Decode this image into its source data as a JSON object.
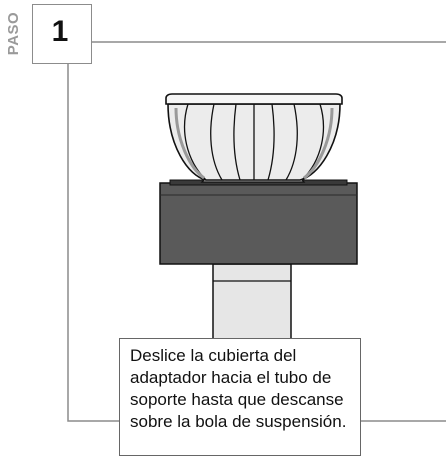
{
  "step": {
    "tag": "PASO",
    "number": "1"
  },
  "caption": {
    "lines": [
      "Deslice la cubierta del",
      "adaptador hacia el tubo de",
      "soporte hasta que descanse",
      "sobre la bola de suspensión."
    ]
  },
  "illustration": {
    "subject-icon": "ceiling-canopy-adapter-illustration"
  },
  "colors": {
    "line": "#8c8c8c",
    "adapter_block": "#5a5a5a",
    "tube": "#e6e6e6",
    "text": "#111111"
  }
}
